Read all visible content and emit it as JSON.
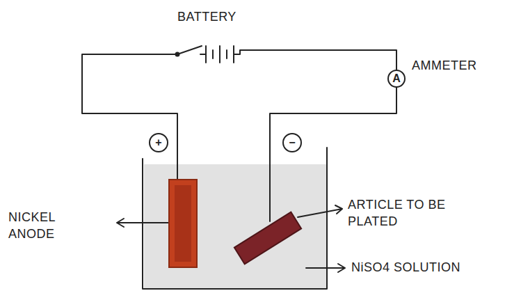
{
  "diagram": {
    "nodes": [
      {
        "text": [
          "A"
        ]
      },
      {
        "text": [
          "+"
        ]
      },
      {
        "text": [
          "−"
        ]
      }
    ],
    "labels": [
      "BATTERY",
      "AMMETER",
      "NICKEL ANODE",
      "ARTICLE TO BE PLATED",
      "NiSO4 SOLUTION"
    ]
  }
}
